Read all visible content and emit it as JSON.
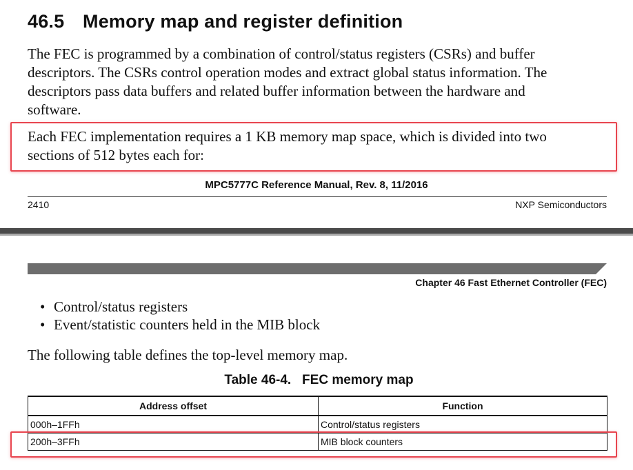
{
  "section": {
    "number": "46.5",
    "title": "Memory map and register definition"
  },
  "paragraphs": {
    "intro_lines": [
      "The FEC is programmed by a combination of control/status registers (CSRs) and buffer",
      "descriptors. The CSRs control operation modes and extract global status information. The",
      "descriptors pass data buffers and related buffer information between the hardware and",
      "software."
    ],
    "highlighted_lines": [
      "Each FEC implementation requires a 1 KB memory map space, which is divided into two",
      "sections of 512 bytes each for:"
    ]
  },
  "footer": {
    "manual_title": "MPC5777C Reference Manual, Rev. 8, 11/2016",
    "page_number": "2410",
    "company": "NXP Semiconductors"
  },
  "chapter_header": "Chapter 46 Fast Ethernet Controller (FEC)",
  "bullets": [
    {
      "symbol": "•",
      "text": "Control/status registers"
    },
    {
      "symbol": "•",
      "text": "Event/statistic counters held in the MIB block"
    }
  ],
  "table_intro": "The following table defines the top-level memory map.",
  "table": {
    "title": "Table 46-4.   FEC memory map",
    "headers": [
      "Address offset",
      "Function"
    ],
    "rows": [
      [
        "000h–1FFh",
        "Control/status registers"
      ],
      [
        "200h–3FFh",
        "MIB block counters"
      ]
    ]
  },
  "colors": {
    "highlight": "#e8454f",
    "page_separator": "#4a4a4a",
    "chapter_bar": "#6d6d6d"
  }
}
